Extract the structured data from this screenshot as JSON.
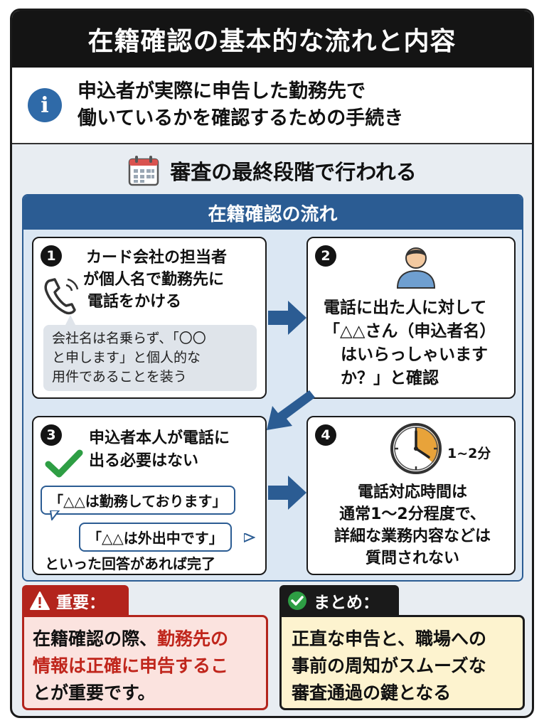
{
  "title": "在籍確認の基本的な流れと内容",
  "info": {
    "line1": "申込者が実際に申告した勤務先で",
    "line2": "働いているかを確認するための手続き"
  },
  "stage": "審査の最終段階で行われる",
  "flow": {
    "heading": "在籍確認の流れ",
    "step1": {
      "num": "1",
      "line1": "カード会社の担当者",
      "line2": "が個人名で勤務先に",
      "line3": "電話をかける",
      "note1": "会社名は名乗らず、「〇〇",
      "note2": "と申します」と個人的な",
      "note3": "用件であることを装う"
    },
    "step2": {
      "num": "2",
      "line1": "電話に出た人に対して",
      "line2": "「△△さん（申込者名）",
      "line3": "はいらっしゃいます",
      "line4": "か？」と確認"
    },
    "step3": {
      "num": "3",
      "line1": "申込者本人が電話に",
      "line2": "出る必要はない",
      "bubble1": "「△△は勤務しております」",
      "bubble2": "「△△は外出中です」",
      "footer": "といった回答があれば完了"
    },
    "step4": {
      "num": "4",
      "clock_label": "1~2分",
      "line1": "電話対応時間は",
      "line2": "通常1〜2分程度で、",
      "line3": "詳細な業務内容などは",
      "line4": "質問されない"
    }
  },
  "important": {
    "tag": "重要：",
    "text1a": "在籍確認の際、",
    "text1b": "勤務先の",
    "text2": "情報は正確に申告するこ",
    "text3": "とが重要です。"
  },
  "summary": {
    "tag": "まとめ：",
    "line1": "正直な申告と、職場への",
    "line2": "事前の周知がスムーズな",
    "line3": "審査通過の鍵となる"
  },
  "colors": {
    "header": "#141414",
    "flow_blue": "#2b5c93",
    "important_red": "#b3241c",
    "summary_dark": "#1a1a1a",
    "check_green": "#2e9e44",
    "clock_orange": "#e8a33a"
  }
}
